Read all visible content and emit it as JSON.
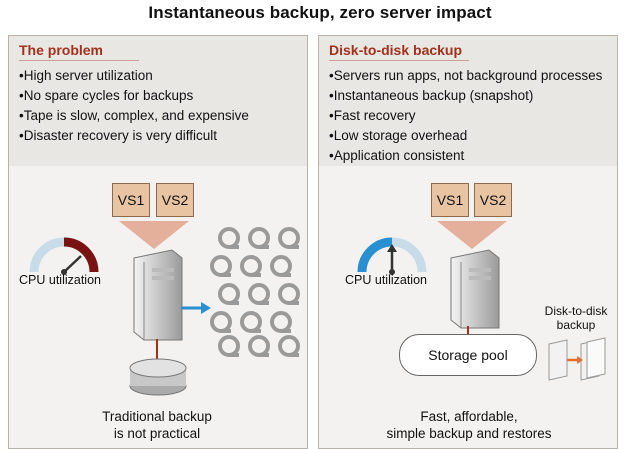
{
  "title": "Instantaneous backup, zero server impact",
  "left": {
    "heading": "The problem",
    "bullets": [
      "•High server utilization",
      "•No spare cycles for backups",
      "•Tape is slow, complex, and expensive",
      "•Disaster recovery is very difficult"
    ],
    "vs1": "VS1",
    "vs2": "VS2",
    "cpu_label": "CPU utilization",
    "caption_line1": "Traditional backup",
    "caption_line2": "is not practical",
    "gauge_level": "high"
  },
  "right": {
    "heading": "Disk-to-disk backup",
    "bullets": [
      "•Servers run apps, not background processes",
      "•Instantaneous backup (snapshot)",
      "•Fast recovery",
      "•Low storage overhead",
      "•Application consistent"
    ],
    "vs1": "VS1",
    "vs2": "VS2",
    "cpu_label": "CPU utilization",
    "pool_label": "Storage pool",
    "d2d_line1": "Disk-to-disk",
    "d2d_line2": "backup",
    "caption_line1": "Fast, affordable,",
    "caption_line2": "simple backup and restores",
    "gauge_level": "low"
  },
  "colors": {
    "accent": "#a1311b",
    "arrow": "#2a8fd0",
    "vm": "#e8c4a2",
    "gauge_high": "#7a1212",
    "gauge_low": "#2a8fd0"
  }
}
